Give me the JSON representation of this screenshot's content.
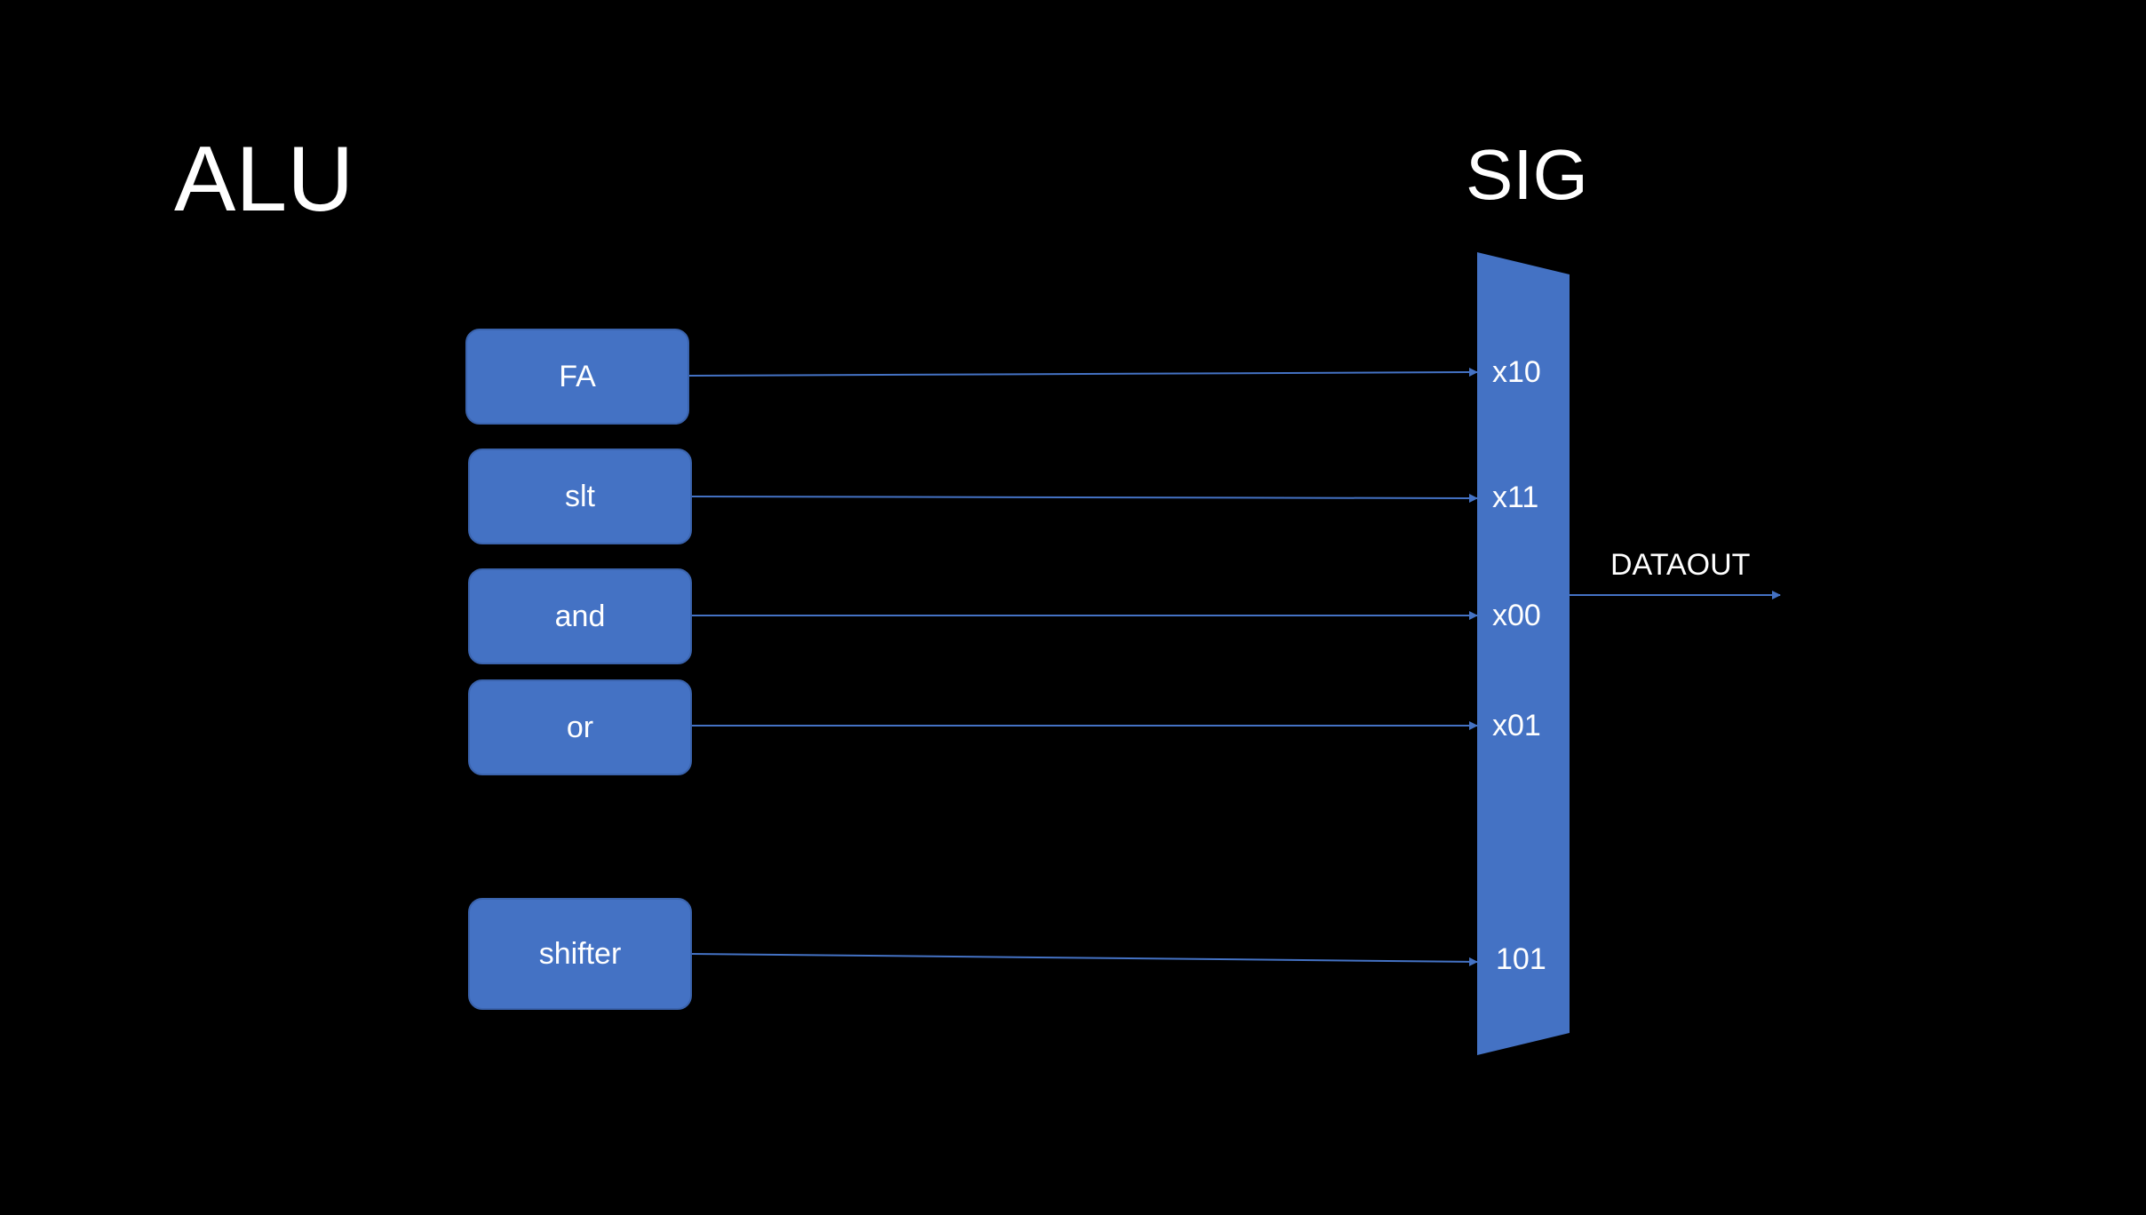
{
  "diagram": {
    "alu_title": "ALU",
    "sig_title": "SIG",
    "output_label": "DATAOUT",
    "colors": {
      "background": "#000000",
      "block_fill": "#4472c4",
      "wire": "#4472c4",
      "text": "#ffffff"
    },
    "blocks": [
      {
        "label": "FA",
        "port": "x10"
      },
      {
        "label": "slt",
        "port": "x11"
      },
      {
        "label": "and",
        "port": "x00"
      },
      {
        "label": "or",
        "port": "x01"
      },
      {
        "label": "shifter",
        "port": "101"
      }
    ]
  }
}
